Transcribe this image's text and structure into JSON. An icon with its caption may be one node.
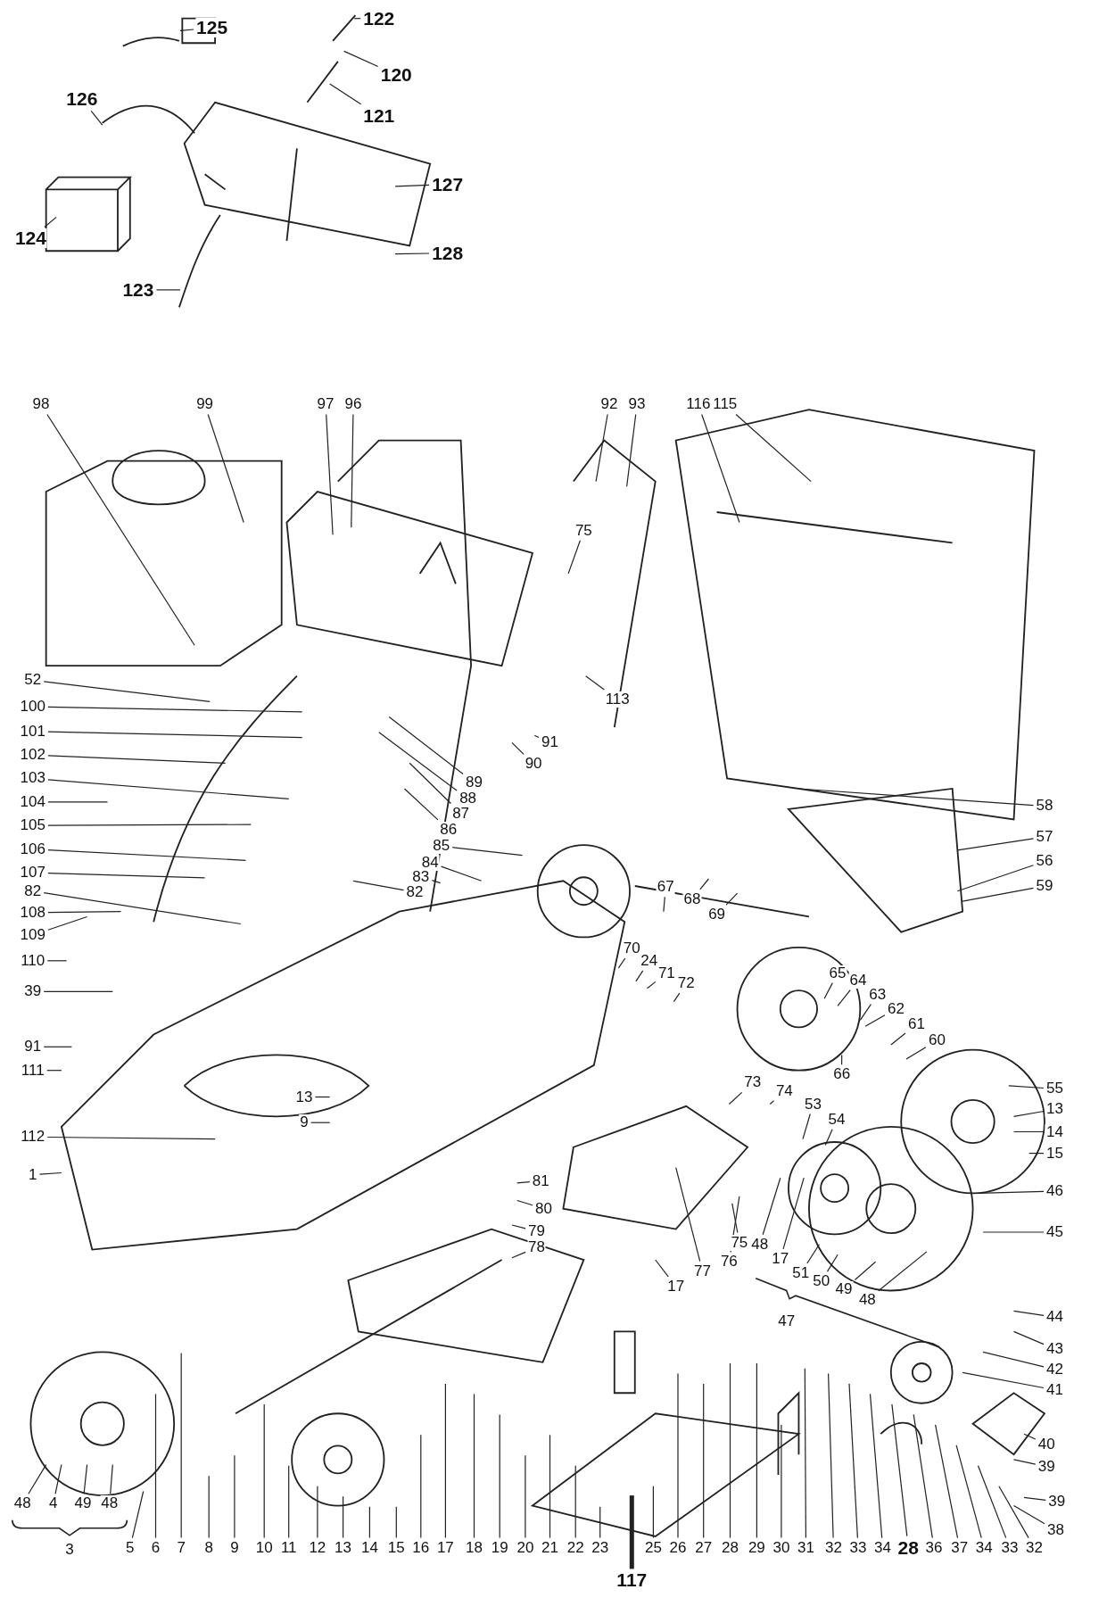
{
  "diagram": {
    "nodes": [
      {
        "text": [
          "125"
        ]
      },
      {
        "text": [
          "122"
        ]
      },
      {
        "text": [
          "120"
        ]
      },
      {
        "text": [
          "121"
        ]
      },
      {
        "text": [
          "126"
        ]
      },
      {
        "text": [
          "127"
        ]
      },
      {
        "text": [
          "124"
        ]
      },
      {
        "text": [
          "128"
        ]
      },
      {
        "text": [
          "123"
        ]
      },
      {
        "text": [
          "98"
        ]
      },
      {
        "text": [
          "99"
        ]
      },
      {
        "text": [
          "97"
        ]
      },
      {
        "text": [
          "96"
        ]
      },
      {
        "text": [
          "92"
        ]
      },
      {
        "text": [
          "93"
        ]
      },
      {
        "text": [
          "116"
        ]
      },
      {
        "text": [
          "115"
        ]
      },
      {
        "text": [
          "75"
        ]
      },
      {
        "text": [
          "113"
        ]
      },
      {
        "text": [
          "52"
        ]
      },
      {
        "text": [
          "100"
        ]
      },
      {
        "text": [
          "101"
        ]
      },
      {
        "text": [
          "102"
        ]
      },
      {
        "text": [
          "103"
        ]
      },
      {
        "text": [
          "104"
        ]
      },
      {
        "text": [
          "105"
        ]
      },
      {
        "text": [
          "106"
        ]
      },
      {
        "text": [
          "107"
        ]
      },
      {
        "text": [
          "82"
        ]
      },
      {
        "text": [
          "108"
        ]
      },
      {
        "text": [
          "109"
        ]
      },
      {
        "text": [
          "110"
        ]
      },
      {
        "text": [
          "39"
        ]
      },
      {
        "text": [
          "91"
        ]
      },
      {
        "text": [
          "111"
        ]
      },
      {
        "text": [
          "112"
        ]
      },
      {
        "text": [
          "1"
        ]
      },
      {
        "text": [
          "13"
        ]
      },
      {
        "text": [
          "9"
        ]
      },
      {
        "text": [
          "91"
        ]
      },
      {
        "text": [
          "90"
        ]
      },
      {
        "text": [
          "89"
        ]
      },
      {
        "text": [
          "88"
        ]
      },
      {
        "text": [
          "87"
        ]
      },
      {
        "text": [
          "86"
        ]
      },
      {
        "text": [
          "85"
        ]
      },
      {
        "text": [
          "84"
        ]
      },
      {
        "text": [
          "83"
        ]
      },
      {
        "text": [
          "82"
        ]
      },
      {
        "text": [
          "67"
        ]
      },
      {
        "text": [
          "68"
        ]
      },
      {
        "text": [
          "69"
        ]
      },
      {
        "text": [
          "58"
        ]
      },
      {
        "text": [
          "57"
        ]
      },
      {
        "text": [
          "56"
        ]
      },
      {
        "text": [
          "59"
        ]
      },
      {
        "text": [
          "70"
        ]
      },
      {
        "text": [
          "24"
        ]
      },
      {
        "text": [
          "71"
        ]
      },
      {
        "text": [
          "72"
        ]
      },
      {
        "text": [
          "65"
        ]
      },
      {
        "text": [
          "64"
        ]
      },
      {
        "text": [
          "63"
        ]
      },
      {
        "text": [
          "62"
        ]
      },
      {
        "text": [
          "61"
        ]
      },
      {
        "text": [
          "60"
        ]
      },
      {
        "text": [
          "66"
        ]
      },
      {
        "text": [
          "55"
        ]
      },
      {
        "text": [
          "13"
        ]
      },
      {
        "text": [
          "14"
        ]
      },
      {
        "text": [
          "15"
        ]
      },
      {
        "text": [
          "46"
        ]
      },
      {
        "text": [
          "45"
        ]
      },
      {
        "text": [
          "44"
        ]
      },
      {
        "text": [
          "43"
        ]
      },
      {
        "text": [
          "42"
        ]
      },
      {
        "text": [
          "41"
        ]
      },
      {
        "text": [
          "40"
        ]
      },
      {
        "text": [
          "39"
        ]
      },
      {
        "text": [
          "73"
        ]
      },
      {
        "text": [
          "74"
        ]
      },
      {
        "text": [
          "53"
        ]
      },
      {
        "text": [
          "54"
        ]
      },
      {
        "text": [
          "81"
        ]
      },
      {
        "text": [
          "80"
        ]
      },
      {
        "text": [
          "79"
        ]
      },
      {
        "text": [
          "78"
        ]
      },
      {
        "text": [
          "48"
        ]
      },
      {
        "text": [
          "17"
        ]
      },
      {
        "text": [
          "51"
        ]
      },
      {
        "text": [
          "50"
        ]
      },
      {
        "text": [
          "49"
        ]
      },
      {
        "text": [
          "48"
        ]
      },
      {
        "text": [
          "75"
        ]
      },
      {
        "text": [
          "76"
        ]
      },
      {
        "text": [
          "77"
        ]
      },
      {
        "text": [
          "17"
        ]
      },
      {
        "text": [
          "48"
        ]
      },
      {
        "text": [
          "4"
        ]
      },
      {
        "text": [
          "49"
        ]
      },
      {
        "text": [
          "48"
        ]
      },
      {
        "text": [
          "5"
        ]
      },
      {
        "text": [
          "6"
        ]
      },
      {
        "text": [
          "7"
        ]
      },
      {
        "text": [
          "8"
        ]
      },
      {
        "text": [
          "9"
        ]
      },
      {
        "text": [
          "10"
        ]
      },
      {
        "text": [
          "11"
        ]
      },
      {
        "text": [
          "12"
        ]
      },
      {
        "text": [
          "13"
        ]
      },
      {
        "text": [
          "14"
        ]
      },
      {
        "text": [
          "15"
        ]
      },
      {
        "text": [
          "16"
        ]
      },
      {
        "text": [
          "17"
        ]
      },
      {
        "text": [
          "18"
        ]
      },
      {
        "text": [
          "19"
        ]
      },
      {
        "text": [
          "20"
        ]
      },
      {
        "text": [
          "21"
        ]
      },
      {
        "text": [
          "22"
        ]
      },
      {
        "text": [
          "23"
        ]
      },
      {
        "text": [
          "25"
        ]
      },
      {
        "text": [
          "26"
        ]
      },
      {
        "text": [
          "27"
        ]
      },
      {
        "text": [
          "28"
        ]
      },
      {
        "text": [
          "29"
        ]
      },
      {
        "text": [
          "30"
        ]
      },
      {
        "text": [
          "31"
        ]
      },
      {
        "text": [
          "32"
        ]
      },
      {
        "text": [
          "33"
        ]
      },
      {
        "text": [
          "34"
        ]
      },
      {
        "text": [
          "28"
        ]
      },
      {
        "text": [
          "36"
        ]
      },
      {
        "text": [
          "37"
        ]
      },
      {
        "text": [
          "34"
        ]
      },
      {
        "text": [
          "33"
        ]
      },
      {
        "text": [
          "32"
        ]
      },
      {
        "text": [
          "39"
        ]
      },
      {
        "text": [
          "38"
        ]
      },
      {
        "text": [
          "117"
        ]
      },
      {
        "text": [
          "47"
        ]
      },
      {
        "text": [
          "3"
        ]
      }
    ],
    "edges": [
      {
        "from": 0,
        "to": null,
        "arrow": "none"
      },
      {
        "from": 1,
        "to": null,
        "arrow": "none"
      },
      {
        "from": 2,
        "to": null,
        "arrow": "none"
      },
      {
        "from": 3,
        "to": null,
        "arrow": "none"
      },
      {
        "from": 4,
        "to": null,
        "arrow": "none"
      },
      {
        "from": 5,
        "to": null,
        "arrow": "none"
      },
      {
        "from": 6,
        "to": null,
        "arrow": "none"
      },
      {
        "from": 7,
        "to": null,
        "arrow": "none"
      },
      {
        "from": 8,
        "to": null,
        "arrow": "none"
      },
      {
        "from": 9,
        "to": null,
        "arrow": "none"
      },
      {
        "from": 10,
        "to": null,
        "arrow": "none"
      },
      {
        "from": 11,
        "to": null,
        "arrow": "none"
      },
      {
        "from": 12,
        "to": null,
        "arrow": "none"
      },
      {
        "from": 13,
        "to": null,
        "arrow": "none"
      },
      {
        "from": 14,
        "to": null,
        "arrow": "none"
      },
      {
        "from": 15,
        "to": null,
        "arrow": "none"
      },
      {
        "from": 16,
        "to": null,
        "arrow": "none"
      },
      {
        "from": 17,
        "to": null,
        "arrow": "none"
      },
      {
        "from": 18,
        "to": null,
        "arrow": "none"
      },
      {
        "from": 19,
        "to": null,
        "arrow": "none"
      },
      {
        "from": 20,
        "to": null,
        "arrow": "none"
      },
      {
        "from": 21,
        "to": null,
        "arrow": "none"
      },
      {
        "from": 22,
        "to": null,
        "arrow": "none"
      },
      {
        "from": 23,
        "to": null,
        "arrow": "none"
      },
      {
        "from": 24,
        "to": null,
        "arrow": "none"
      },
      {
        "from": 25,
        "to": null,
        "arrow": "none"
      },
      {
        "from": 26,
        "to": null,
        "arrow": "none"
      },
      {
        "from": 27,
        "to": null,
        "arrow": "none"
      },
      {
        "from": 28,
        "to": null,
        "arrow": "none"
      },
      {
        "from": 29,
        "to": null,
        "arrow": "none"
      },
      {
        "from": 30,
        "to": null,
        "arrow": "none"
      },
      {
        "from": 31,
        "to": null,
        "arrow": "none"
      },
      {
        "from": 32,
        "to": null,
        "arrow": "none"
      },
      {
        "from": 33,
        "to": null,
        "arrow": "none"
      },
      {
        "from": 34,
        "to": null,
        "arrow": "none"
      },
      {
        "from": 35,
        "to": null,
        "arrow": "none"
      },
      {
        "from": 36,
        "to": null,
        "arrow": "none"
      },
      {
        "from": 37,
        "to": null,
        "arrow": "none"
      },
      {
        "from": 38,
        "to": null,
        "arrow": "none"
      },
      {
        "from": 39,
        "to": null,
        "arrow": "none"
      },
      {
        "from": 40,
        "to": null,
        "arrow": "none"
      },
      {
        "from": 41,
        "to": null,
        "arrow": "none"
      },
      {
        "from": 42,
        "to": null,
        "arrow": "none"
      },
      {
        "from": 43,
        "to": null,
        "arrow": "none"
      },
      {
        "from": 44,
        "to": null,
        "arrow": "none"
      },
      {
        "from": 45,
        "to": null,
        "arrow": "none"
      },
      {
        "from": 46,
        "to": null,
        "arrow": "none"
      },
      {
        "from": 47,
        "to": null,
        "arrow": "none"
      },
      {
        "from": 48,
        "to": null,
        "arrow": "none"
      },
      {
        "from": 49,
        "to": null,
        "arrow": "none"
      },
      {
        "from": 50,
        "to": null,
        "arrow": "none"
      },
      {
        "from": 51,
        "to": null,
        "arrow": "none"
      },
      {
        "from": 52,
        "to": null,
        "arrow": "none"
      },
      {
        "from": 53,
        "to": null,
        "arrow": "none"
      },
      {
        "from": 54,
        "to": null,
        "arrow": "none"
      },
      {
        "from": 55,
        "to": null,
        "arrow": "none"
      },
      {
        "from": 56,
        "to": null,
        "arrow": "none"
      },
      {
        "from": 57,
        "to": null,
        "arrow": "none"
      },
      {
        "from": 58,
        "to": null,
        "arrow": "none"
      },
      {
        "from": 59,
        "to": null,
        "arrow": "none"
      },
      {
        "from": 60,
        "to": null,
        "arrow": "none"
      },
      {
        "from": 61,
        "to": null,
        "arrow": "none"
      },
      {
        "from": 62,
        "to": null,
        "arrow": "none"
      },
      {
        "from": 63,
        "to": null,
        "arrow": "none"
      },
      {
        "from": 64,
        "to": null,
        "arrow": "none"
      },
      {
        "from": 65,
        "to": null,
        "arrow": "none"
      },
      {
        "from": 66,
        "to": null,
        "arrow": "none"
      },
      {
        "from": 67,
        "to": null,
        "arrow": "none"
      },
      {
        "from": 68,
        "to": null,
        "arrow": "none"
      },
      {
        "from": 69,
        "to": null,
        "arrow": "none"
      },
      {
        "from": 70,
        "to": null,
        "arrow": "none"
      },
      {
        "from": 71,
        "to": null,
        "arrow": "none"
      },
      {
        "from": 72,
        "to": null,
        "arrow": "none"
      },
      {
        "from": 73,
        "to": null,
        "arrow": "none"
      },
      {
        "from": 74,
        "to": null,
        "arrow": "none"
      },
      {
        "from": 75,
        "to": null,
        "arrow": "none"
      },
      {
        "from": 76,
        "to": null,
        "arrow": "none"
      },
      {
        "from": 77,
        "to": null,
        "arrow": "none"
      },
      {
        "from": 78,
        "to": null,
        "arrow": "none"
      },
      {
        "from": 79,
        "to": null,
        "arrow": "none"
      },
      {
        "from": 80,
        "to": null,
        "arrow": "none"
      },
      {
        "from": 81,
        "to": null,
        "arrow": "none"
      },
      {
        "from": 82,
        "to": null,
        "arrow": "none"
      },
      {
        "from": 83,
        "to": null,
        "arrow": "none"
      },
      {
        "from": 84,
        "to": null,
        "arrow": "none"
      },
      {
        "from": 85,
        "to": null,
        "arrow": "none"
      },
      {
        "from": 86,
        "to": null,
        "arrow": "none"
      },
      {
        "from": 87,
        "to": null,
        "arrow": "none"
      },
      {
        "from": 88,
        "to": null,
        "arrow": "none"
      },
      {
        "from": 89,
        "to": null,
        "arrow": "none"
      },
      {
        "from": 90,
        "to": null,
        "arrow": "none"
      },
      {
        "from": 91,
        "to": null,
        "arrow": "none"
      },
      {
        "from": 92,
        "to": null,
        "arrow": "none"
      },
      {
        "from": 93,
        "to": null,
        "arrow": "none"
      },
      {
        "from": 94,
        "to": null,
        "arrow": "none"
      },
      {
        "from": 95,
        "to": null,
        "arrow": "none"
      },
      {
        "from": 96,
        "to": null,
        "arrow": "none"
      },
      {
        "from": 97,
        "to": null,
        "arrow": "none"
      },
      {
        "from": 98,
        "to": null,
        "arrow": "none"
      },
      {
        "from": 99,
        "to": null,
        "arrow": "none"
      },
      {
        "from": 100,
        "to": null,
        "arrow": "none"
      },
      {
        "from": 101,
        "to": null,
        "arrow": "none"
      },
      {
        "from": 102,
        "to": null,
        "arrow": "none"
      },
      {
        "from": 103,
        "to": null,
        "arrow": "none"
      },
      {
        "from": 104,
        "to": null,
        "arrow": "none"
      },
      {
        "from": 105,
        "to": null,
        "arrow": "none"
      },
      {
        "from": 106,
        "to": null,
        "arrow": "none"
      },
      {
        "from": 107,
        "to": null,
        "arrow": "none"
      },
      {
        "from": 108,
        "to": null,
        "arrow": "none"
      },
      {
        "from": 109,
        "to": null,
        "arrow": "none"
      },
      {
        "from": 110,
        "to": null,
        "arrow": "none"
      },
      {
        "from": 111,
        "to": null,
        "arrow": "none"
      },
      {
        "from": 112,
        "to": null,
        "arrow": "none"
      },
      {
        "from": 113,
        "to": null,
        "arrow": "none"
      },
      {
        "from": 114,
        "to": null,
        "arrow": "none"
      },
      {
        "from": 115,
        "to": null,
        "arrow": "none"
      },
      {
        "from": 116,
        "to": null,
        "arrow": "none"
      },
      {
        "from": 117,
        "to": null,
        "arrow": "none"
      },
      {
        "from": 118,
        "to": null,
        "arrow": "none"
      },
      {
        "from": 119,
        "to": null,
        "arrow": "none"
      },
      {
        "from": 120,
        "to": null,
        "arrow": "none"
      },
      {
        "from": 121,
        "to": null,
        "arrow": "none"
      },
      {
        "from": 122,
        "to": null,
        "arrow": "none"
      },
      {
        "from": 123,
        "to": null,
        "arrow": "none"
      },
      {
        "from": 124,
        "to": null,
        "arrow": "none"
      },
      {
        "from": 125,
        "to": null,
        "arrow": "none"
      },
      {
        "from": 126,
        "to": null,
        "arrow": "none"
      },
      {
        "from": 127,
        "to": null,
        "arrow": "none"
      },
      {
        "from": 128,
        "to": null,
        "arrow": "none"
      },
      {
        "from": 129,
        "to": null,
        "arrow": "none"
      },
      {
        "from": 130,
        "to": null,
        "arrow": "none"
      },
      {
        "from": 131,
        "to": null,
        "arrow": "none"
      },
      {
        "from": 132,
        "to": null,
        "arrow": "none"
      },
      {
        "from": 133,
        "to": null,
        "arrow": "none"
      },
      {
        "from": 134,
        "to": null,
        "arrow": "none"
      },
      {
        "from": 135,
        "to": null,
        "arrow": "none"
      },
      {
        "from": 136,
        "to": null,
        "arrow": "none"
      },
      {
        "from": 137,
        "to": null,
        "arrow": "none"
      },
      {
        "from": 138,
        "to": null,
        "arrow": "none",
        "style": "thick"
      }
    ]
  }
}
